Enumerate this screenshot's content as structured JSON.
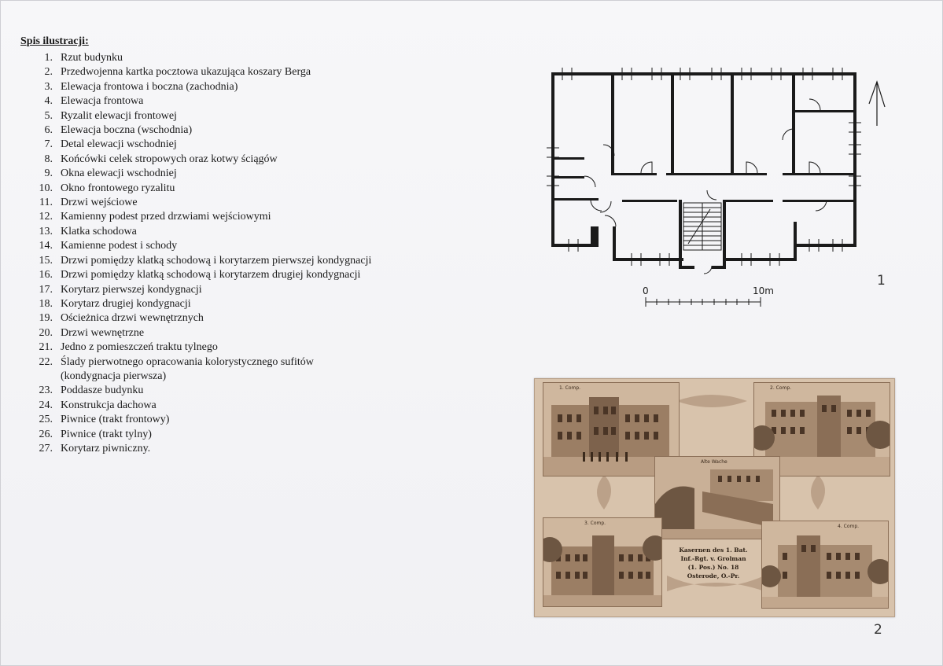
{
  "list": {
    "title": "Spis ilustracji:",
    "items": [
      {
        "num": "1.",
        "text": "Rzut budynku"
      },
      {
        "num": "2.",
        "text": "Przedwojenna kartka pocztowa ukazująca koszary Berga"
      },
      {
        "num": "3.",
        "text": "Elewacja frontowa i boczna (zachodnia)"
      },
      {
        "num": "4.",
        "text": "Elewacja frontowa"
      },
      {
        "num": "5.",
        "text": "Ryzalit elewacji frontowej"
      },
      {
        "num": "6.",
        "text": "Elewacja boczna (wschodnia)"
      },
      {
        "num": "7.",
        "text": "Detal elewacji wschodniej"
      },
      {
        "num": "8.",
        "text": "Końcówki celek stropowych oraz kotwy ściągów"
      },
      {
        "num": "9.",
        "text": "Okna elewacji wschodniej"
      },
      {
        "num": "10.",
        "text": "Okno frontowego ryzalitu"
      },
      {
        "num": "11.",
        "text": "Drzwi wejściowe"
      },
      {
        "num": "12.",
        "text": "Kamienny podest przed drzwiami wejściowymi"
      },
      {
        "num": "13.",
        "text": "Klatka schodowa"
      },
      {
        "num": "14.",
        "text": "Kamienne podest i schody"
      },
      {
        "num": "15.",
        "text": "Drzwi pomiędzy klatką schodową i korytarzem pierwszej kondygnacji"
      },
      {
        "num": "16.",
        "text": "Drzwi pomiędzy klatką schodową i korytarzem drugiej kondygnacji"
      },
      {
        "num": "17.",
        "text": "Korytarz pierwszej kondygnacji"
      },
      {
        "num": "18.",
        "text": "Korytarz drugiej kondygnacji"
      },
      {
        "num": "19.",
        "text": "Ościeżnica drzwi wewnętrznych"
      },
      {
        "num": "20.",
        "text": "Drzwi wewnętrzne"
      },
      {
        "num": "21.",
        "text": "Jedno z pomieszczeń traktu tylnego"
      },
      {
        "num": "22.",
        "text": "Ślady pierwotnego opracowania kolorystycznego sufitów"
      },
      {
        "num": "",
        "text": "(kondygnacja pierwsza)"
      },
      {
        "num": "23.",
        "text": "Poddasze budynku"
      },
      {
        "num": "24.",
        "text": "Konstrukcja dachowa"
      },
      {
        "num": "25.",
        "text": "Piwnice (trakt frontowy)"
      },
      {
        "num": "26.",
        "text": "Piwnice (trakt tylny)"
      },
      {
        "num": "27.",
        "text": "Korytarz piwniczny."
      }
    ]
  },
  "figure1": {
    "number": "1",
    "scale_start": "0",
    "scale_end": "10m"
  },
  "figure2": {
    "number": "2",
    "panel_labels": [
      "1. Comp.",
      "2. Comp.",
      "Alte Wache",
      "3. Comp.",
      "4. Comp."
    ],
    "caption_lines": [
      "Kasernen des 1. Bat.",
      "Inf.-Rgt. v. Grolman",
      "(1. Pos.) No. 18",
      "Osterode, O.-Pr."
    ]
  },
  "colors": {
    "postcard_base": "#d8c3ac",
    "postcard_ink": "#3b2a1c",
    "plan_ink": "#1a1a1a"
  }
}
